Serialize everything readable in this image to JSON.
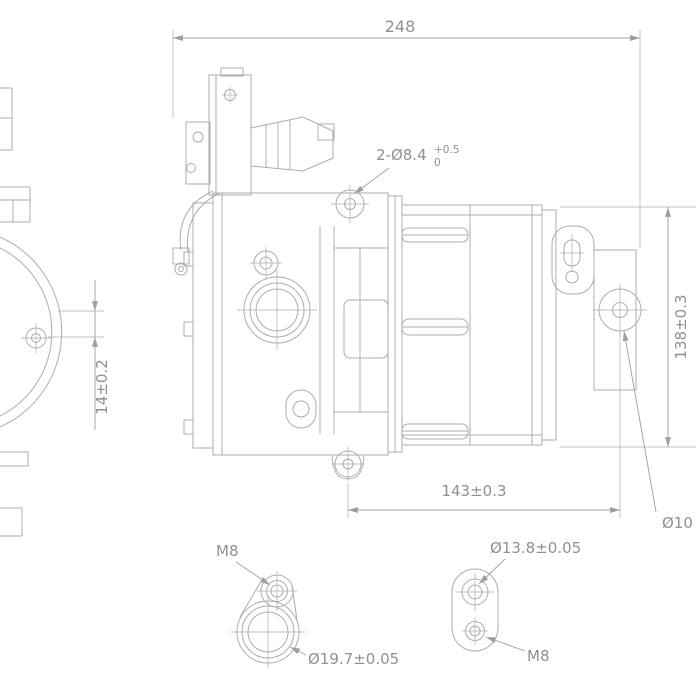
{
  "drawing": {
    "title": "compressor-technical-drawing",
    "dims": {
      "overall_width": "248",
      "hole_callout_prefix": "2-Ø8.4",
      "hole_callout_tol_upper": "+0.5",
      "hole_callout_tol_lower": "0",
      "height": "138±0.3",
      "hole_offset": "14±0.2",
      "mount_spacing": "143±0.3",
      "side_hole": "Ø10"
    },
    "details": {
      "left_thread_label": "M8",
      "left_bore_label": "Ø19.7±0.05",
      "right_bore_label": "Ø13.8±0.05",
      "right_thread_label": "M8"
    },
    "colors": {
      "line": "#a9adb2",
      "text": "#8c9197"
    }
  }
}
